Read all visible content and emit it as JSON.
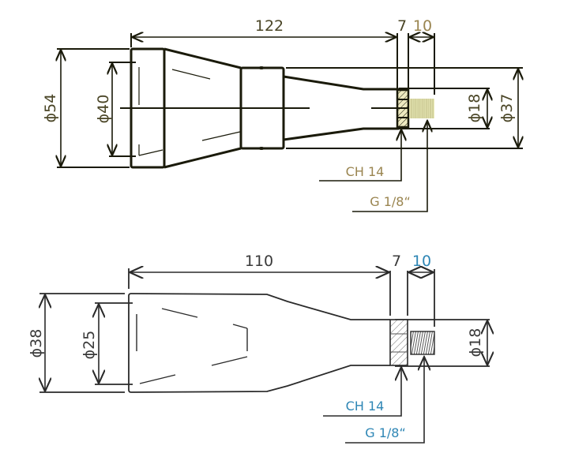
{
  "colors": {
    "top_line": "#1a1a0a",
    "top_text": "#4a4526",
    "top_accent": "#9a8550",
    "thread_fill": "#e8e4a8",
    "bottom_line": "#2a2a2a",
    "bottom_text": "#3a3a3a",
    "bottom_accent": "#2e86b5"
  },
  "top_drawing": {
    "length_total": "122",
    "length_hex": "7",
    "length_thread": "10",
    "dia_outer": "ϕ54",
    "dia_inner": "ϕ40",
    "dia_tip": "ϕ18",
    "dia_collar": "ϕ37",
    "hex_label": "CH 14",
    "thread_label": "G 1/8“"
  },
  "bottom_drawing": {
    "length_total": "110",
    "length_hex": "7",
    "length_thread": "10",
    "dia_outer": "ϕ38",
    "dia_inner": "ϕ25",
    "dia_tip": "ϕ18",
    "hex_label": "CH 14",
    "thread_label": "G 1/8“"
  }
}
